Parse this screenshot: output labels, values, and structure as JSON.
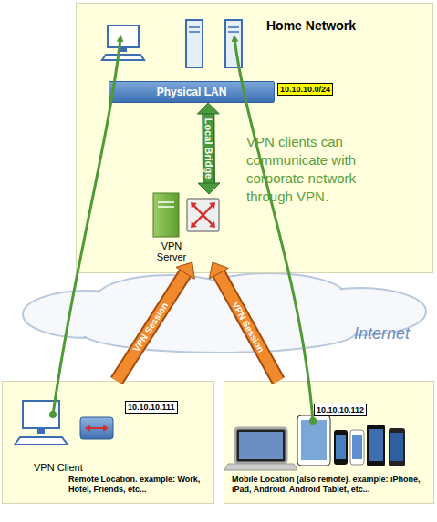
{
  "diagram": {
    "nodes": [
      {
        "text": [
          "Home Network"
        ]
      },
      {
        "text": [
          "Physical LAN"
        ],
        "in": 0
      },
      {
        "text": [
          "VPN Server"
        ],
        "in": 0
      },
      {
        "text": [
          "VPN Client",
          "Remote Location. example: Work, Hotel, Friends, etc..."
        ]
      },
      {
        "text": [
          "Mobile Location (also remote). example: iPhone, iPad, Android, Android Tablet, etc..."
        ]
      }
    ],
    "edges": [
      {
        "from": 1,
        "to": 2,
        "arrow": "both",
        "label": "Local Bridge"
      },
      {
        "from": 3,
        "to": 2,
        "arrow": "to",
        "label": "VPN Session"
      },
      {
        "from": 4,
        "to": 2,
        "arrow": "to",
        "label": "VPN Session"
      }
    ],
    "labels": [
      "10.10.10.0/24",
      "VPN clients can communicate with corporate network through VPN.",
      "Internet",
      "10.10.10.111",
      "10.10.10.112"
    ]
  }
}
